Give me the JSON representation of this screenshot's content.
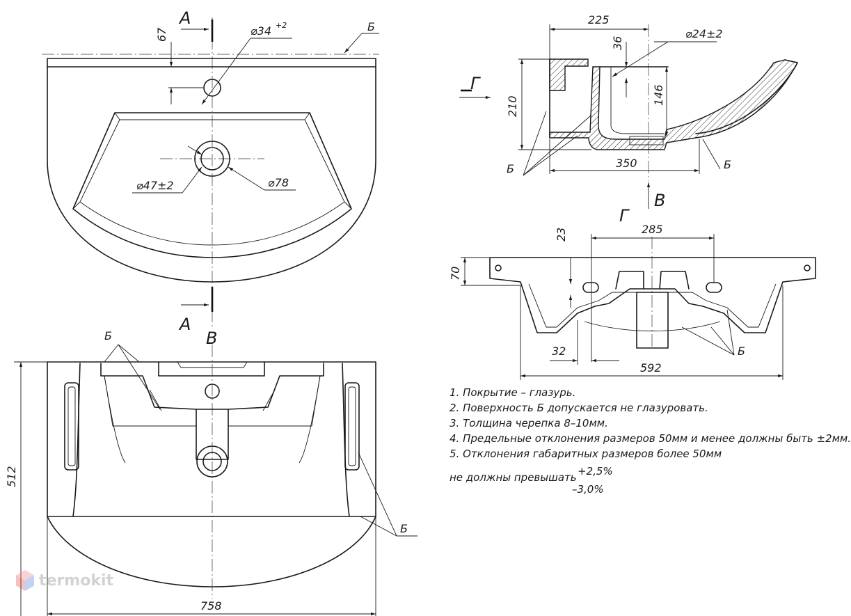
{
  "views": {
    "top": {
      "section_label_top": "А",
      "section_label_bottom": "А",
      "dim_67": "67",
      "dim_hole_34": "⌀34",
      "dim_hole_34_tol": "+2",
      "surface_label": "Б",
      "dim_drain_47": "⌀47±2",
      "dim_drain_78": "⌀78"
    },
    "section_side": {
      "arrow_label_left": "Г",
      "arrow_label_bottom": "В",
      "dim_225": "225",
      "dim_36": "36",
      "dim_24": "⌀24±2",
      "dim_210": "210",
      "dim_146": "146",
      "dim_350": "350",
      "surface_label_left": "Б",
      "surface_label_right": "Б"
    },
    "section_front": {
      "view_label": "Г",
      "dim_285": "285",
      "dim_23": "23",
      "dim_70": "70",
      "dim_32": "32",
      "dim_592": "592",
      "surface_label": "Б"
    },
    "bottom": {
      "view_label": "В",
      "surface_label_top": "Б",
      "surface_label_right": "Б",
      "dim_512": "512",
      "dim_758": "758"
    }
  },
  "notes": [
    "1. Покрытие – глазурь.",
    "2. Поверхность Б допускается не глазуровать.",
    "3. Толщина черепка 8–10мм.",
    "4. Предельные отклонения размеров 50мм и менее должны быть ±2мм.",
    "5. Отклонения габаритных размеров более 50мм"
  ],
  "notes_last": "не должны превышать",
  "tolerance_plus": "+2,5%",
  "tolerance_minus": "–3,0%",
  "watermark": "termokit"
}
